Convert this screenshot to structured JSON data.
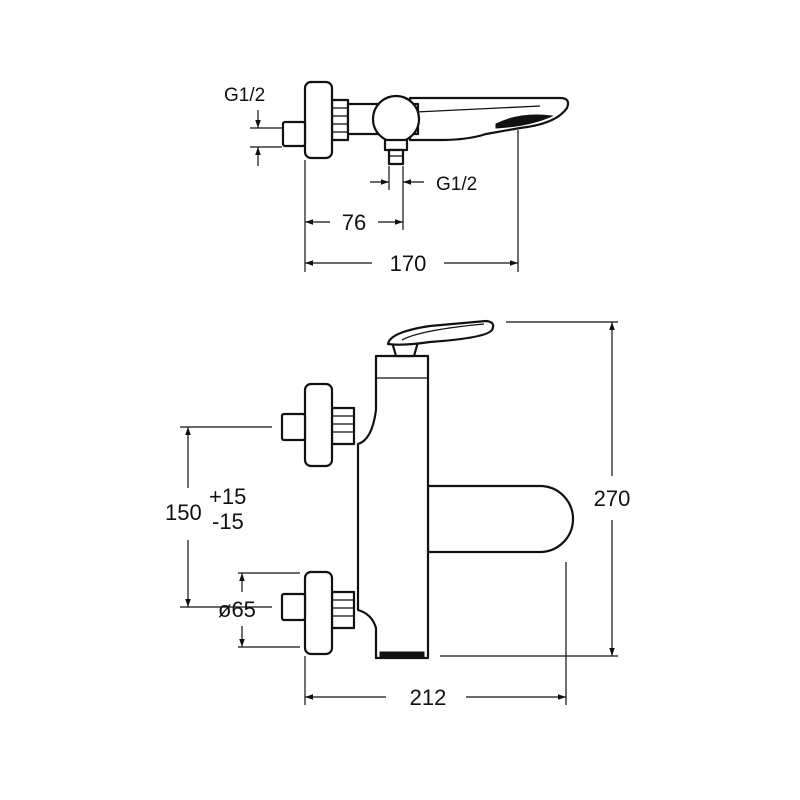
{
  "top_view": {
    "inlet_thread_label": "G1/2",
    "outlet_thread_label": "G1/2",
    "offset_dimension": "76",
    "length_dimension": "170"
  },
  "front_view": {
    "centers_dimension": "150",
    "tolerance_plus": "+15",
    "tolerance_minus": "-15",
    "flange_diameter": "ø65",
    "width_dimension": "212",
    "height_dimension": "270"
  }
}
